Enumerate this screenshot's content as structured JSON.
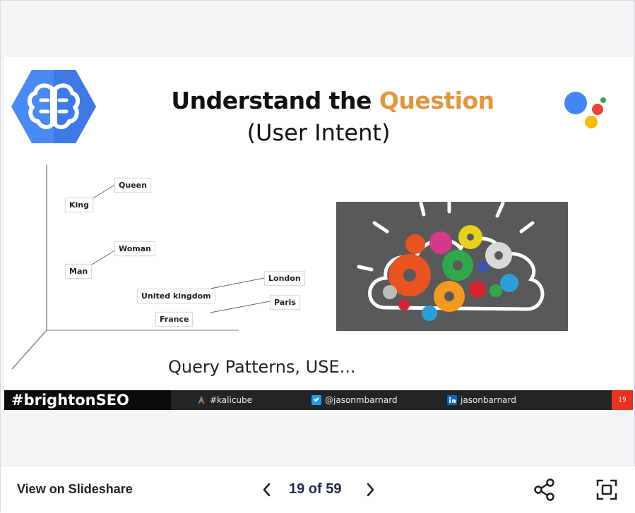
{
  "slide": {
    "title_part1": "Understand the ",
    "title_accent": "Question",
    "subtitle": "(User Intent)",
    "accent_color": "#e5953a",
    "logo_icon": "ai-brain-hexagon-icon",
    "assistant_icon": "google-assistant-dots-icon",
    "embedding_words": [
      "King",
      "Queen",
      "Man",
      "Woman",
      "United kingdom",
      "London",
      "France",
      "Paris"
    ],
    "illustration": "gears-in-cloud-illustration",
    "footnote": "Query Patterns, USE..."
  },
  "footer": {
    "brand": "#brightonSEO",
    "hashtag": "#kalicube",
    "twitter": "@jasonmbarnard",
    "linkedin": "jasonbarnard",
    "slide_number": "19",
    "accent_color": "#e8331d"
  },
  "controls": {
    "view_link": "View on Slideshare",
    "page_indicator": "19 of 59",
    "prev_icon": "chevron-left-icon",
    "next_icon": "chevron-right-icon",
    "share_icon": "share-icon",
    "fullscreen_icon": "fullscreen-icon"
  }
}
